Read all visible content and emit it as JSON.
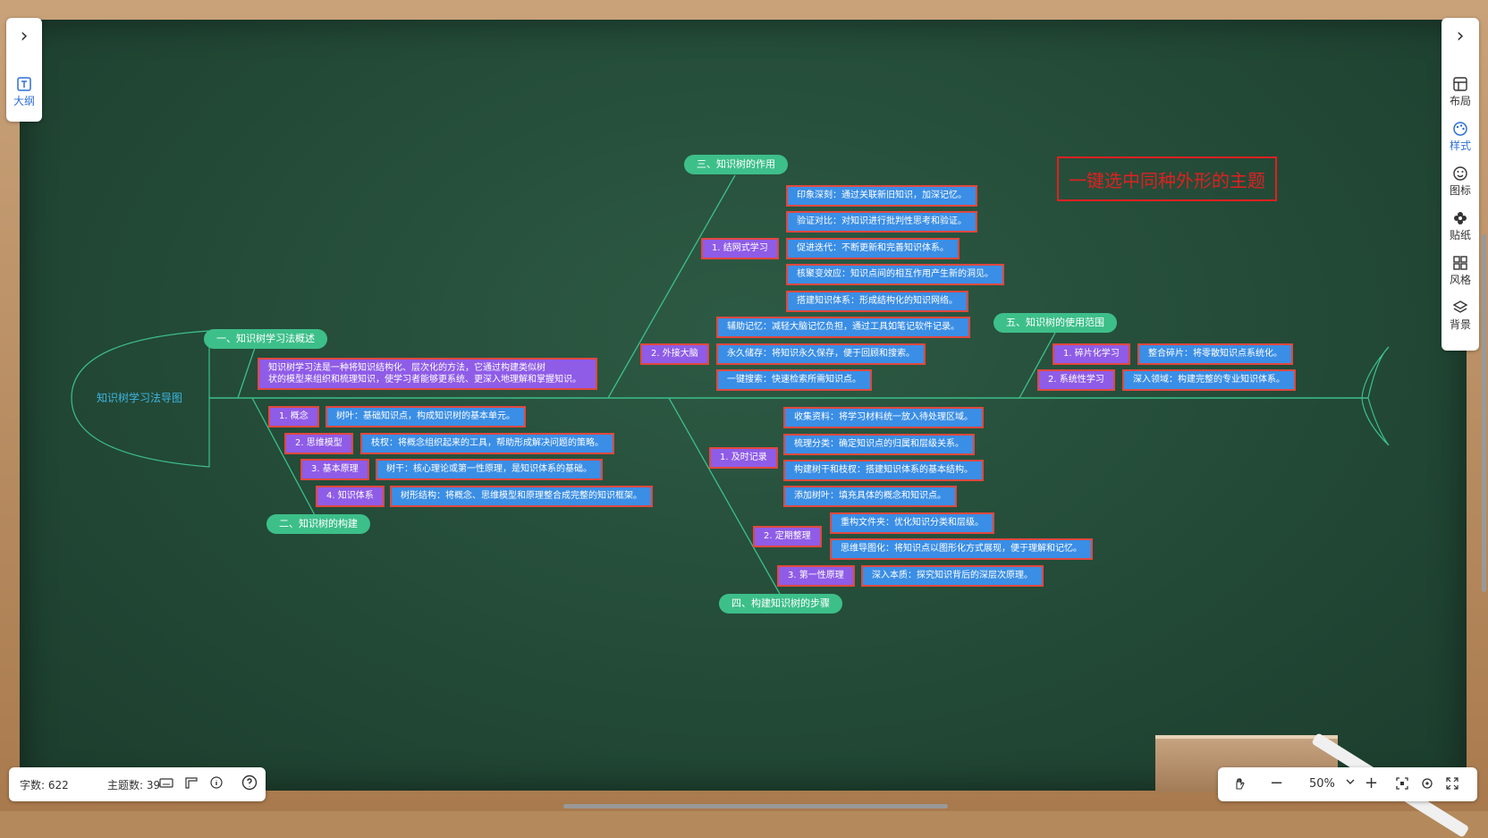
{
  "left_panel": {
    "outline_label": "大纲"
  },
  "right_panel": {
    "items": [
      {
        "label": "布局",
        "icon": "layout-icon"
      },
      {
        "label": "样式",
        "icon": "palette-icon",
        "active": true
      },
      {
        "label": "图标",
        "icon": "smiley-icon"
      },
      {
        "label": "贴纸",
        "icon": "flower-icon"
      },
      {
        "label": "风格",
        "icon": "grid-icon"
      },
      {
        "label": "背景",
        "icon": "layers-icon"
      }
    ]
  },
  "status": {
    "word_count": "字数: 622",
    "topic_count": "主题数: 39"
  },
  "zoom": {
    "level": "50%"
  },
  "title_box": "一键选中同种外形的主题",
  "root": "知识树学习法导图",
  "categories": {
    "c1": "一、知识树学习法概述",
    "c2": "二、知识树的构建",
    "c3": "三、知识树的作用",
    "c4": "四、构建知识树的步骤",
    "c5": "五、知识树的使用范围"
  },
  "overview": "知识树学习法是一种将知识结构化、层次化的方法，它通过构建类似树\n状的模型来组织和梳理知识，使学习者能够更系统、更深入地理解和掌握知识。",
  "build": {
    "subs": [
      "1. 概念",
      "2. 思维模型",
      "3. 基本原理",
      "4. 知识体系"
    ],
    "details": [
      "树叶：基础知识点，构成知识树的基本单元。",
      "枝杈：将概念组织起来的工具，帮助形成解决问题的策略。",
      "树干：核心理论或第一性原理，是知识体系的基础。",
      "树形结构：将概念、思维模型和原理整合成完整的知识框架。"
    ]
  },
  "role": {
    "sub1": "1. 结网式学习",
    "sub1_details": [
      "印象深刻：通过关联新旧知识，加深记忆。",
      "验证对比：对知识进行批判性思考和验证。",
      "促进迭代：不断更新和完善知识体系。",
      "核聚变效应：知识点间的相互作用产生新的洞见。",
      "搭建知识体系：形成结构化的知识网络。"
    ],
    "sub2": "2. 外接大脑",
    "sub2_details": [
      "辅助记忆：减轻大脑记忆负担，通过工具如笔记软件记录。",
      "永久储存：将知识永久保存，便于回顾和搜索。",
      "一键搜索：快速检索所需知识点。"
    ]
  },
  "steps": {
    "sub1": "1. 及时记录",
    "sub1_details": [
      "收集资料：将学习材料统一放入待处理区域。",
      "梳理分类：确定知识点的归属和层级关系。",
      "构建树干和枝杈：搭建知识体系的基本结构。",
      "添加树叶：填充具体的概念和知识点。"
    ],
    "sub2": "2. 定期整理",
    "sub2_details": [
      "重构文件夹：优化知识分类和层级。",
      "思维导图化：将知识点以图形化方式展现，便于理解和记忆。"
    ],
    "sub3": "3. 第一性原理",
    "sub3_details": [
      "深入本质：探究知识背后的深层次原理。"
    ]
  },
  "usage": {
    "subs": [
      "1. 碎片化学习",
      "2. 系统性学习"
    ],
    "details": [
      "整合碎片：将零散知识点系统化。",
      "深入领域：构建完整的专业知识体系。"
    ]
  },
  "colors": {
    "board": "#234a37",
    "branch": "#3dbf8a",
    "detail": "#3a8ee6",
    "sub": "#8f5ce8",
    "select": "#e0483e",
    "title": "#e02020"
  }
}
